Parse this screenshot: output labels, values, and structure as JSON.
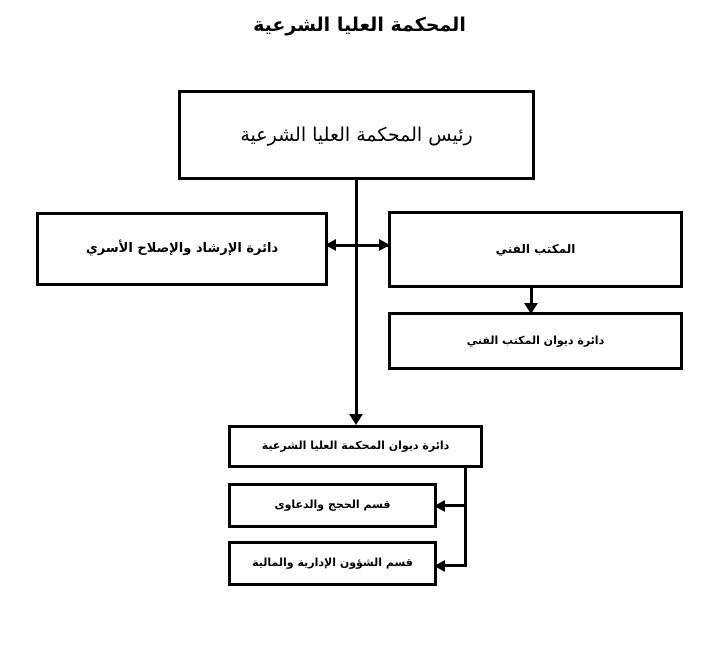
{
  "page": {
    "title": "المحكمة العليا الشرعية",
    "language": "ar",
    "direction": "rtl",
    "background_color": "#ffffff",
    "line_color": "#000000",
    "text_color": "#000000"
  },
  "org_chart": {
    "type": "hierarchy",
    "nodes": [
      {
        "id": "president",
        "label": "رئيس المحكمة العليا الشرعية",
        "level": 0
      },
      {
        "id": "family-guidance",
        "label": "دائرة الإرشاد والإصلاح الأسري",
        "level": 1
      },
      {
        "id": "technical-office",
        "label": "المكتب الفني",
        "level": 1
      },
      {
        "id": "technical-office-registry",
        "label": "دائرة ديوان المكتب الفني",
        "level": 2
      },
      {
        "id": "court-registry",
        "label": "دائرة ديوان المحكمة العليا الشرعية",
        "level": 1
      },
      {
        "id": "deeds-section",
        "label": "قسم الحجج والدعاوى",
        "level": 2
      },
      {
        "id": "admin-finance-section",
        "label": "قسم الشؤون الإدارية والمالية",
        "level": 2
      }
    ],
    "connectors": [
      {
        "id": "president-to-court-registry",
        "from": "president",
        "to": "court-registry",
        "style": "vertical-arrow"
      },
      {
        "id": "family-technical-link",
        "from": "family-guidance",
        "to": "technical-office",
        "style": "horizontal-double-arrow"
      },
      {
        "id": "technical-to-registry",
        "from": "technical-office",
        "to": "technical-office-registry",
        "style": "vertical-arrow"
      },
      {
        "id": "registry-to-deeds",
        "from": "court-registry",
        "to": "deeds-section",
        "style": "bracket-arrow"
      },
      {
        "id": "registry-to-admin",
        "from": "court-registry",
        "to": "admin-finance-section",
        "style": "bracket-arrow"
      }
    ]
  }
}
